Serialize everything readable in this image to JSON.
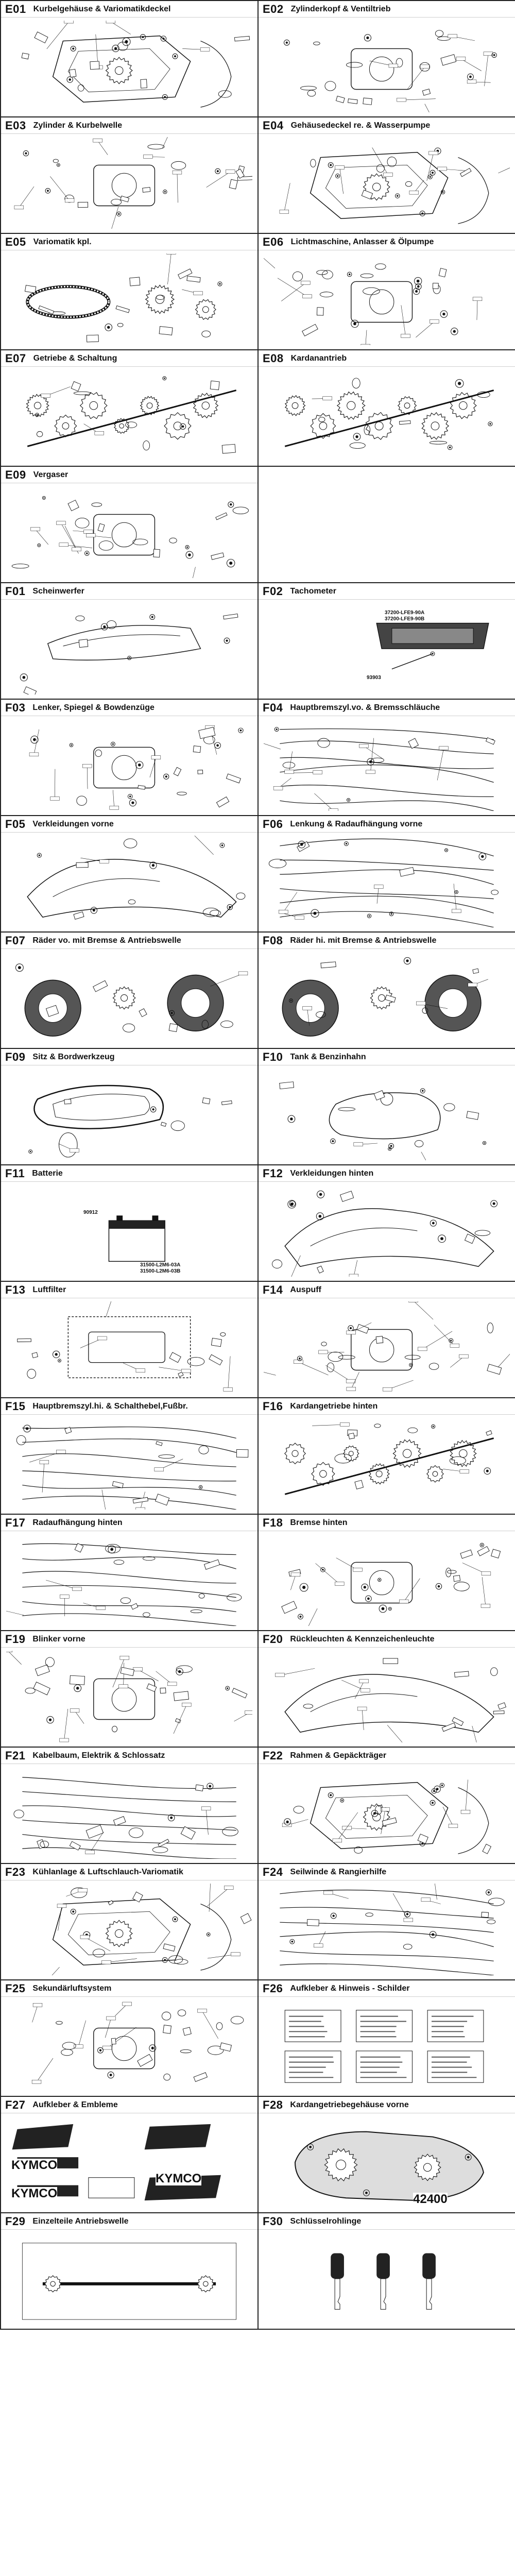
{
  "cells": [
    {
      "code": "E01",
      "title": "Kurbelgehäuse & Variomatikdeckel",
      "kind": "engine"
    },
    {
      "code": "E02",
      "title": "Zylinderkopf & Ventiltrieb",
      "kind": "parts"
    },
    {
      "code": "E03",
      "title": "Zylinder & Kurbelwelle",
      "kind": "parts"
    },
    {
      "code": "E04",
      "title": "Gehäusedeckel re. & Wasserpumpe",
      "kind": "engine"
    },
    {
      "code": "E05",
      "title": "Variomatik kpl.",
      "kind": "belt"
    },
    {
      "code": "E06",
      "title": "Lichtmaschine, Anlasser & Ölpumpe",
      "kind": "parts"
    },
    {
      "code": "E07",
      "title": "Getriebe & Schaltung",
      "kind": "gears"
    },
    {
      "code": "E08",
      "title": "Kardanantrieb",
      "kind": "gears"
    },
    {
      "code": "E09",
      "title": "Vergaser",
      "kind": "parts"
    },
    {
      "code": "",
      "title": "",
      "kind": "empty"
    },
    {
      "code": "F01",
      "title": "Scheinwerfer",
      "kind": "headlight"
    },
    {
      "code": "F02",
      "title": "Tachometer",
      "kind": "dash",
      "labels": [
        "37200-LFE9-90A\n37200-LFE9-90B",
        "93903"
      ]
    },
    {
      "code": "F03",
      "title": "Lenker, Spiegel & Bowdenzüge",
      "kind": "parts"
    },
    {
      "code": "F04",
      "title": "Hauptbremszyl.vo. & Bremsschläuche",
      "kind": "lines"
    },
    {
      "code": "F05",
      "title": "Verkleidungen vorne",
      "kind": "body"
    },
    {
      "code": "F06",
      "title": "Lenkung & Radaufhängung vorne",
      "kind": "lines"
    },
    {
      "code": "F07",
      "title": "Räder vo. mit Bremse & Antriebswelle",
      "kind": "wheels"
    },
    {
      "code": "F08",
      "title": "Räder hi. mit Bremse & Antriebswelle",
      "kind": "wheels"
    },
    {
      "code": "F09",
      "title": "Sitz & Bordwerkzeug",
      "kind": "seat"
    },
    {
      "code": "F10",
      "title": "Tank & Benzinhahn",
      "kind": "tank"
    },
    {
      "code": "F11",
      "title": "Batterie",
      "kind": "battery",
      "labels": [
        "90912",
        "31500-L2M6-03A\n31500-L2M6-03B"
      ]
    },
    {
      "code": "F12",
      "title": "Verkleidungen hinten",
      "kind": "body"
    },
    {
      "code": "F13",
      "title": "Luftfilter",
      "kind": "box"
    },
    {
      "code": "F14",
      "title": "Auspuff",
      "kind": "parts"
    },
    {
      "code": "F15",
      "title": "Hauptbremszyl.hi. & Schalthebel,Fußbr.",
      "kind": "lines"
    },
    {
      "code": "F16",
      "title": "Kardangetriebe hinten",
      "kind": "gears"
    },
    {
      "code": "F17",
      "title": "Radaufhängung hinten",
      "kind": "lines"
    },
    {
      "code": "F18",
      "title": "Bremse hinten",
      "kind": "parts"
    },
    {
      "code": "F19",
      "title": "Blinker vorne",
      "kind": "parts"
    },
    {
      "code": "F20",
      "title": "Rückleuchten & Kennzeichenleuchte",
      "kind": "body"
    },
    {
      "code": "F21",
      "title": "Kabelbaum, Elektrik & Schlossatz",
      "kind": "lines"
    },
    {
      "code": "F22",
      "title": "Rahmen & Gepäckträger",
      "kind": "engine"
    },
    {
      "code": "F23",
      "title": "Kühlanlage & Luftschlauch-Variomatik",
      "kind": "engine"
    },
    {
      "code": "F24",
      "title": "Seilwinde & Rangierhilfe",
      "kind": "lines"
    },
    {
      "code": "F25",
      "title": "Sekundärluftsystem",
      "kind": "parts"
    },
    {
      "code": "F26",
      "title": "Aufkleber & Hinweis - Schilder",
      "kind": "stickers"
    },
    {
      "code": "F27",
      "title": "Aufkleber & Embleme",
      "kind": "emblems",
      "labels": [
        "KYMCO",
        "KYMCO",
        "KYMCO"
      ]
    },
    {
      "code": "F28",
      "title": "Kardangetriebegehäuse vorne",
      "kind": "housing",
      "labels": [
        "42400"
      ]
    },
    {
      "code": "F29",
      "title": "Einzelteile Antriebswelle",
      "kind": "shaft"
    },
    {
      "code": "F30",
      "title": "Schlüsselrohlinge",
      "kind": "keys"
    }
  ],
  "colors": {
    "ink": "#111111",
    "border": "#222222",
    "background": "#ffffff"
  }
}
